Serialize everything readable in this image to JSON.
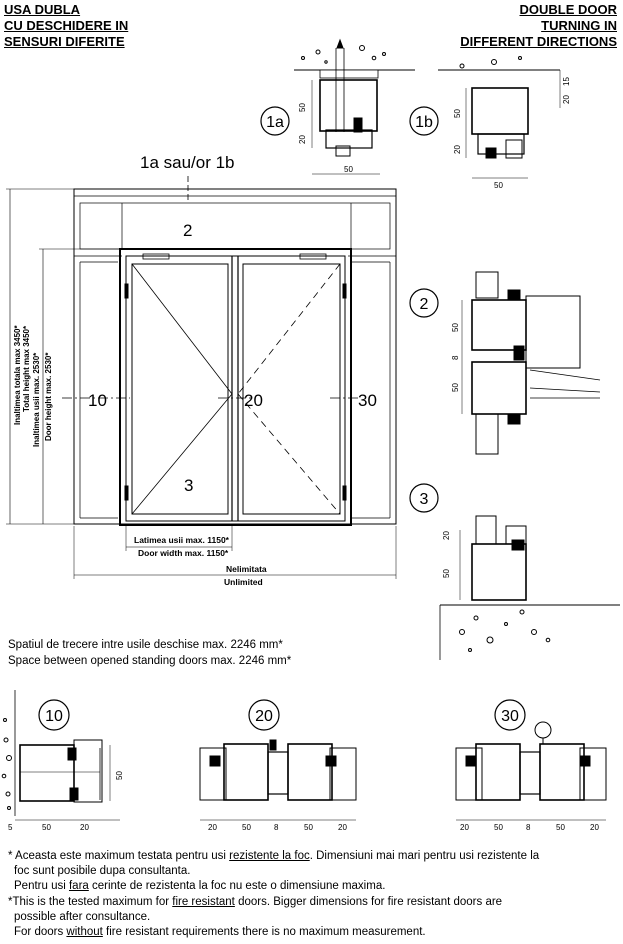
{
  "title_ro": [
    "USA DUBLA",
    "CU DESCHIDERE IN",
    "SENSURI DIFERITE"
  ],
  "title_en": [
    "DOUBLE DOOR",
    "TURNING IN",
    "DIFFERENT DIRECTIONS"
  ],
  "elevation": {
    "section_marker_top": "1a sau/or 1b",
    "marker_transom": "2",
    "marker_leaf": "3",
    "marker_left": "10",
    "marker_center": "20",
    "marker_right": "30",
    "total_height_ro": "Inaltimea totala max 3450*",
    "total_height_en": "Total height max 3450*",
    "door_height_ro": "Inaltimea usii max. 2530*",
    "door_height_en": "Door height max. 2530*",
    "door_width_ro": "Latimea usii max. 1150*",
    "door_width_en": "Door width max. 1150*",
    "unlimited_ro": "Nelimitata",
    "unlimited_en": "Unlimited"
  },
  "details": {
    "d1a": {
      "label": "1a",
      "dims": [
        "50",
        "50",
        "20"
      ]
    },
    "d1b": {
      "label": "1b",
      "dims": [
        "15",
        "20",
        "50",
        "20",
        "50"
      ]
    },
    "d2": {
      "label": "2",
      "dims": [
        "50",
        "8",
        "50"
      ]
    },
    "d3": {
      "label": "3",
      "dims": [
        "20",
        "50"
      ]
    },
    "d10": {
      "label": "10",
      "dims": [
        "5",
        "50",
        "20",
        "50"
      ]
    },
    "d20": {
      "label": "20",
      "dims": [
        "20",
        "50",
        "8",
        "50",
        "20"
      ]
    },
    "d30": {
      "label": "30",
      "dims": [
        "20",
        "50",
        "8",
        "50",
        "20"
      ]
    }
  },
  "passage_ro": "Spatiul de trecere intre usile deschise max. 2246 mm*",
  "passage_en": "Space between opened standing doors max. 2246 mm*",
  "notes": {
    "ro1_pre": "* Aceasta este maximum testata pentru usi ",
    "ro1_u": "rezistente la foc",
    "ro1_post": ". Dimensiuni mai mari pentru usi rezistente la",
    "ro2": "foc sunt posibile dupa consultanta.",
    "ro3_pre": "Pentru usi ",
    "ro3_u": "fara",
    "ro3_post": " cerinte de rezistenta la foc nu este o dimensiune maxima.",
    "en1_pre": "*This is the tested maximum for ",
    "en1_u": "fire resistant",
    "en1_post": " doors. Bigger dimensions for fire resistant doors are",
    "en2": "possible after consultance.",
    "en3_pre": "For doors ",
    "en3_u": "without",
    "en3_post": " fire resistant requirements there is no maximum measurement."
  }
}
